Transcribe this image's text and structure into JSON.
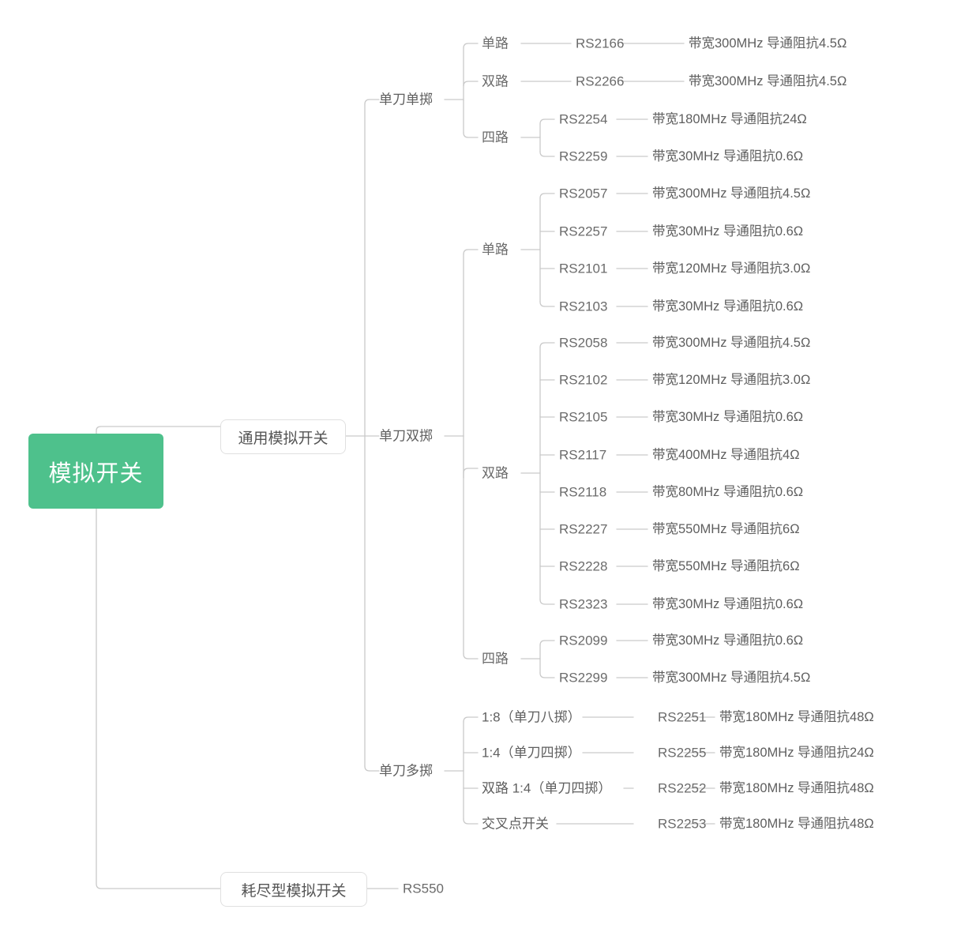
{
  "diagram": {
    "type": "mindmap",
    "title": "模拟开关",
    "colors": {
      "root_fill": "#4ec18c",
      "root_text": "#ffffff",
      "box_border": "#e0e0e0",
      "box_text": "#555555",
      "line": "#c8c8c8",
      "node_text": "#6b6b6b",
      "background": "#ffffff"
    }
  },
  "root": {
    "label": "模拟开关"
  },
  "branches": {
    "general": {
      "label": "通用模拟开关"
    },
    "depletion": {
      "label": "耗尽型模拟开关",
      "model": "RS550"
    }
  },
  "categories": {
    "spst": {
      "label": "单刀单掷"
    },
    "spdt": {
      "label": "单刀双掷"
    },
    "spmt": {
      "label": "单刀多掷"
    }
  },
  "channels": {
    "single": "单路",
    "dual": "双路",
    "quad": "四路"
  },
  "rows": {
    "spst_single": [
      {
        "channel": "单路",
        "model": "RS2166",
        "spec": "带宽300MHz 导通阻抗4.5Ω"
      }
    ],
    "spst_dual": [
      {
        "channel": "双路",
        "model": "RS2266",
        "spec": "带宽300MHz 导通阻抗4.5Ω"
      }
    ],
    "spst_quad": [
      {
        "model": "RS2254",
        "spec": "带宽180MHz 导通阻抗24Ω"
      },
      {
        "model": "RS2259",
        "spec": "带宽30MHz 导通阻抗0.6Ω"
      }
    ],
    "spdt_single": [
      {
        "model": "RS2057",
        "spec": "带宽300MHz 导通阻抗4.5Ω"
      },
      {
        "model": "RS2257",
        "spec": "带宽30MHz 导通阻抗0.6Ω"
      },
      {
        "model": "RS2101",
        "spec": "带宽120MHz 导通阻抗3.0Ω"
      },
      {
        "model": "RS2103",
        "spec": "带宽30MHz 导通阻抗0.6Ω"
      }
    ],
    "spdt_dual": [
      {
        "model": "RS2058",
        "spec": "带宽300MHz 导通阻抗4.5Ω"
      },
      {
        "model": "RS2102",
        "spec": "带宽120MHz 导通阻抗3.0Ω"
      },
      {
        "model": "RS2105",
        "spec": "带宽30MHz 导通阻抗0.6Ω"
      },
      {
        "model": "RS2117",
        "spec": "带宽400MHz 导通阻抗4Ω"
      },
      {
        "model": "RS2118",
        "spec": "带宽80MHz 导通阻抗0.6Ω"
      },
      {
        "model": "RS2227",
        "spec": "带宽550MHz 导通阻抗6Ω"
      },
      {
        "model": "RS2228",
        "spec": "带宽550MHz 导通阻抗6Ω"
      },
      {
        "model": "RS2323",
        "spec": "带宽30MHz 导通阻抗0.6Ω"
      }
    ],
    "spdt_quad": [
      {
        "model": "RS2099",
        "spec": "带宽30MHz 导通阻抗0.6Ω"
      },
      {
        "model": "RS2299",
        "spec": "带宽300MHz 导通阻抗4.5Ω"
      }
    ],
    "spmt": [
      {
        "config": "1:8（单刀八掷）",
        "model": "RS2251",
        "spec": "带宽180MHz 导通阻抗48Ω"
      },
      {
        "config": "1:4（单刀四掷）",
        "model": "RS2255",
        "spec": "带宽180MHz 导通阻抗24Ω"
      },
      {
        "config": "双路 1:4（单刀四掷）",
        "model": "RS2252",
        "spec": "带宽180MHz 导通阻抗48Ω"
      },
      {
        "config": "交叉点开关",
        "model": "RS2253",
        "spec": "带宽180MHz 导通阻抗48Ω"
      }
    ]
  }
}
